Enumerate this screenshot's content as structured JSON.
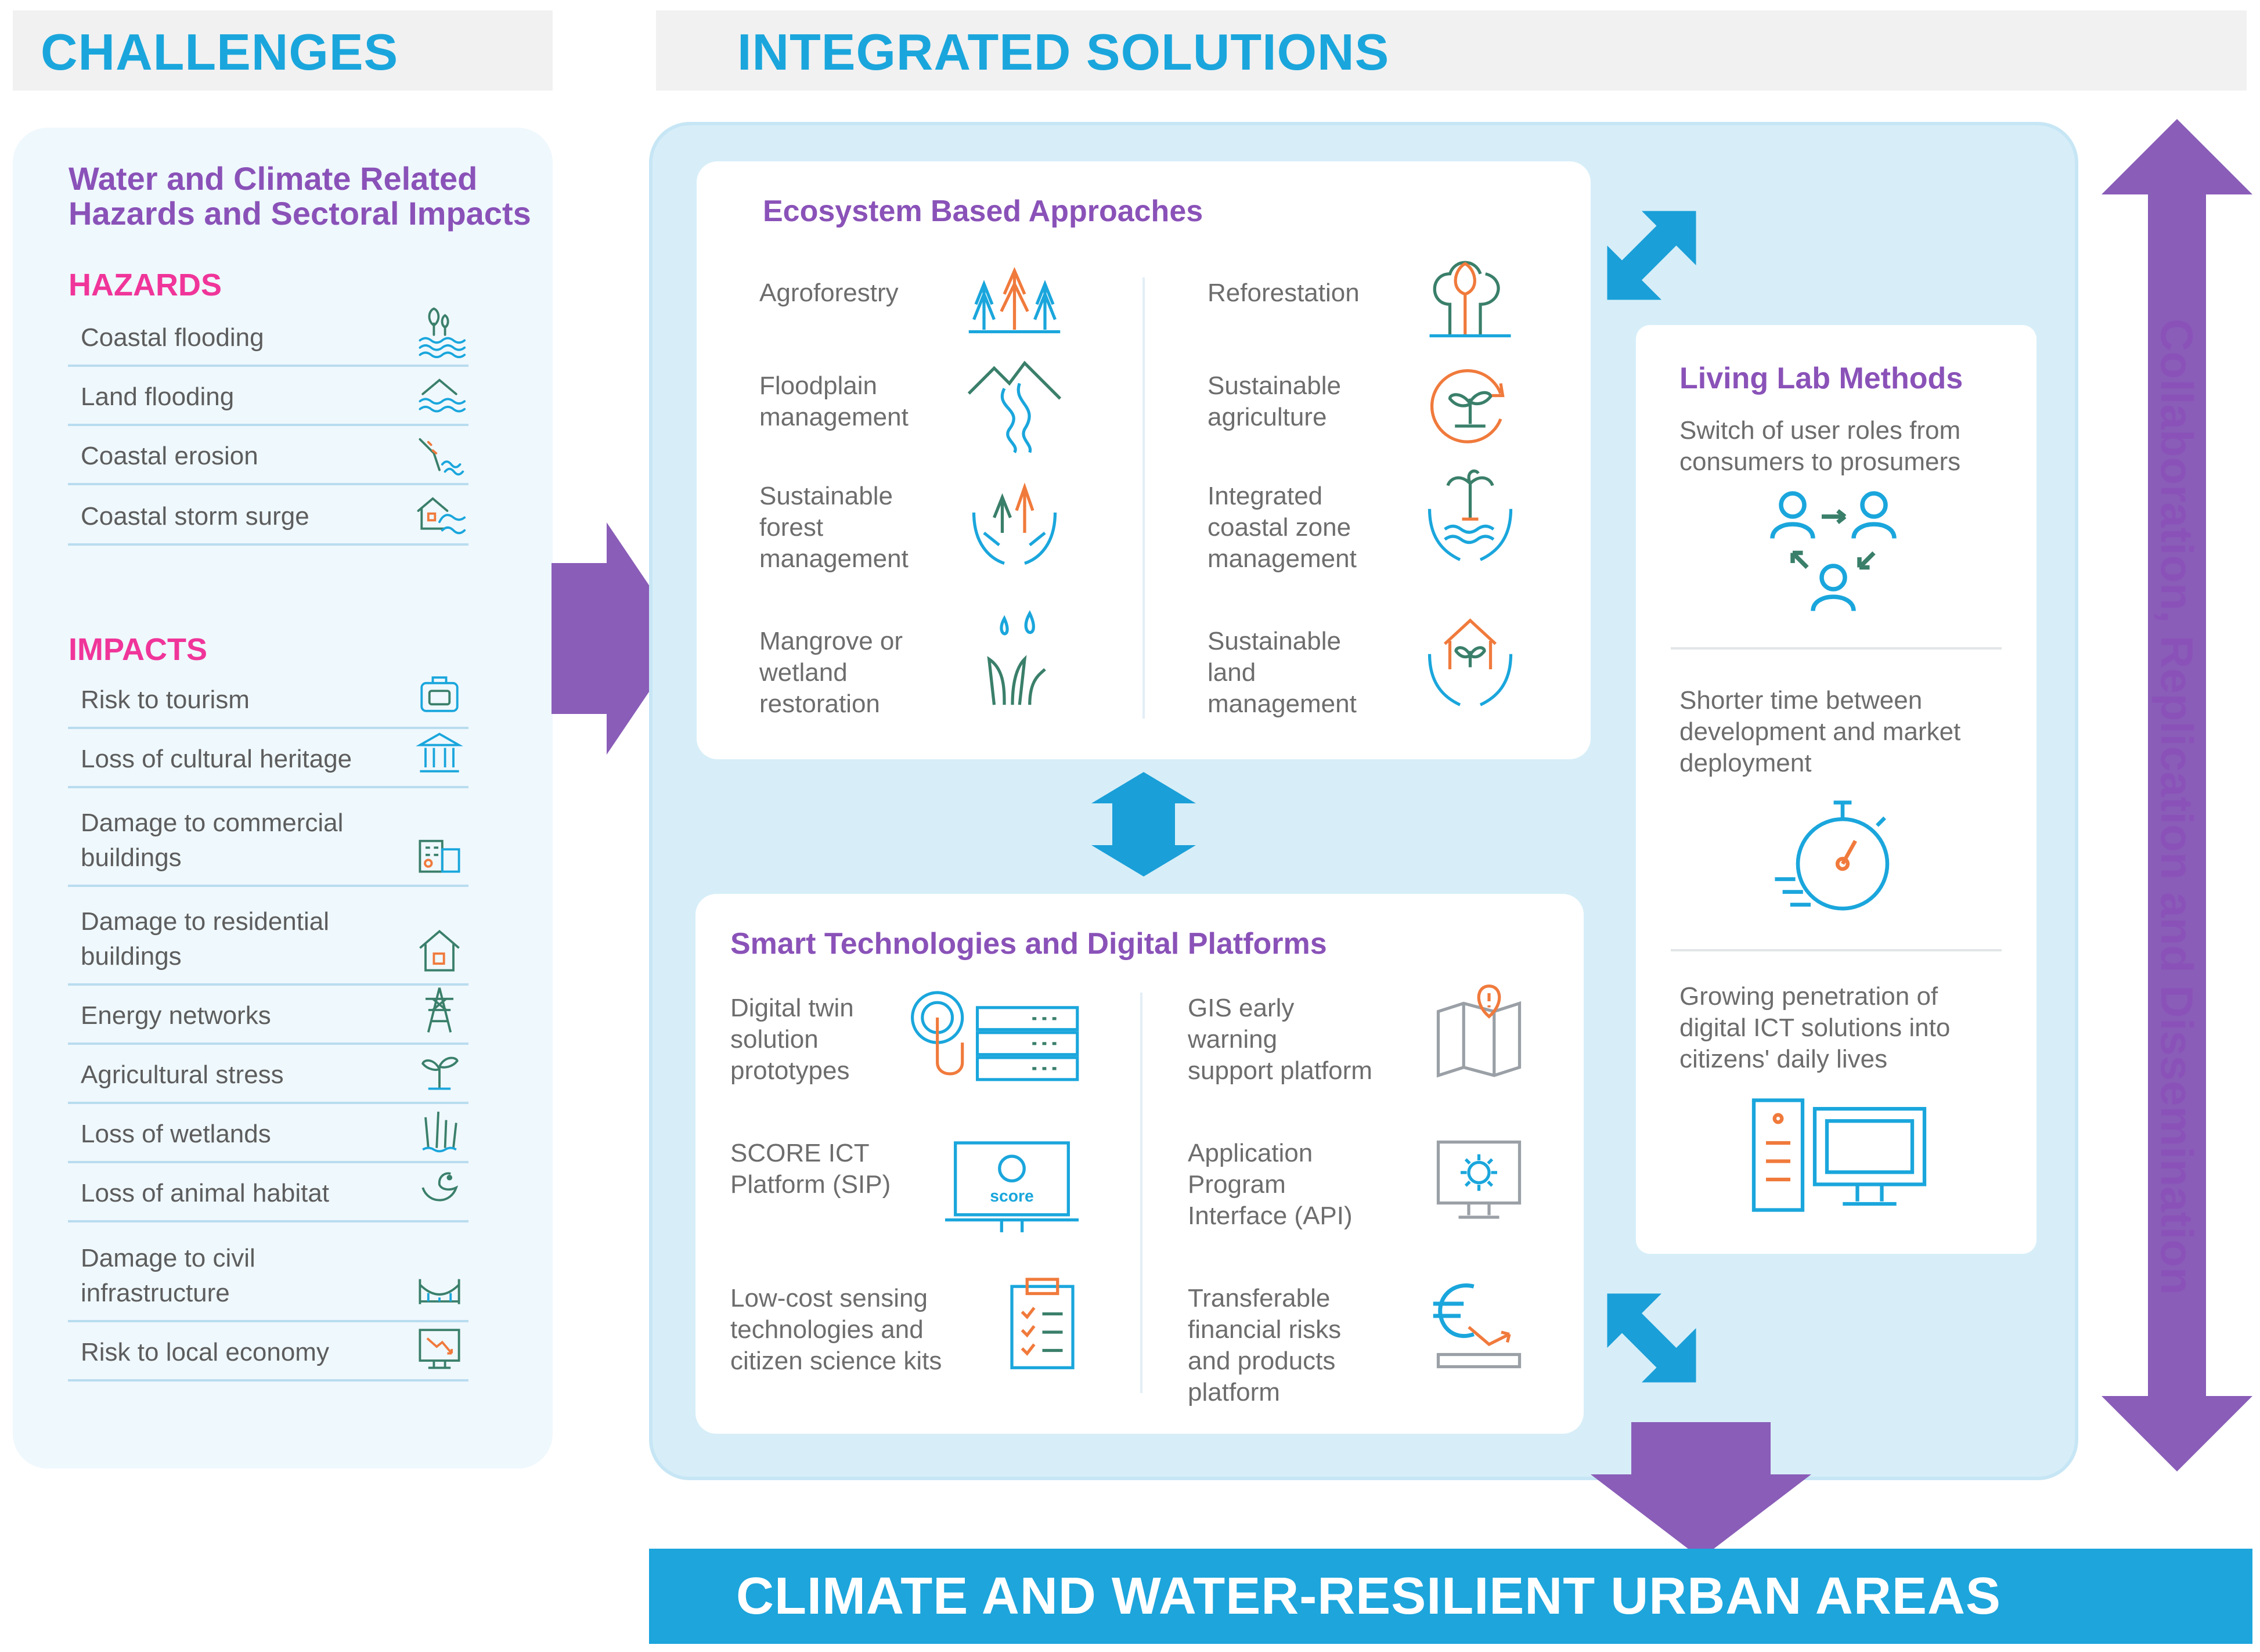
{
  "headers": {
    "challenges": "CHALLENGES",
    "solutions": "INTEGRATED SOLUTIONS"
  },
  "challenges": {
    "title": "Water and Climate Related\nHazards and Sectoral Impacts",
    "hazards_heading": "HAZARDS",
    "hazards": [
      {
        "label": "Coastal flooding",
        "icon": "coastal-flooding-icon"
      },
      {
        "label": "Land flooding",
        "icon": "land-flooding-icon"
      },
      {
        "label": "Coastal erosion",
        "icon": "coastal-erosion-icon"
      },
      {
        "label": "Coastal storm surge",
        "icon": "storm-surge-icon"
      }
    ],
    "impacts_heading": "IMPACTS",
    "impacts": [
      {
        "label": "Risk to tourism",
        "icon": "suitcase-icon"
      },
      {
        "label": "Loss of cultural heritage",
        "icon": "heritage-building-icon"
      },
      {
        "label": "Damage to commercial\nbuildings",
        "icon": "commercial-building-icon"
      },
      {
        "label": "Damage to residential\nbuildings",
        "icon": "house-icon"
      },
      {
        "label": "Energy networks",
        "icon": "power-pylon-icon"
      },
      {
        "label": "Agricultural stress",
        "icon": "sprout-icon"
      },
      {
        "label": "Loss of wetlands",
        "icon": "wetland-icon"
      },
      {
        "label": "Loss of animal habitat",
        "icon": "bird-icon"
      },
      {
        "label": "Damage to civil\ninfrastructure",
        "icon": "bridge-icon"
      },
      {
        "label": "Risk to local economy",
        "icon": "economy-chart-icon"
      }
    ]
  },
  "ecosystem": {
    "title": "Ecosystem Based Approaches",
    "left": [
      {
        "label": "Agroforestry",
        "icon": "agroforestry-icon"
      },
      {
        "label": "Floodplain\nmanagement",
        "icon": "river-mountain-icon"
      },
      {
        "label": "Sustainable\nforest\nmanagement",
        "icon": "forest-hands-icon"
      },
      {
        "label": "Mangrove or\nwetland\nrestoration",
        "icon": "mangrove-icon"
      }
    ],
    "right": [
      {
        "label": "Reforestation",
        "icon": "reforestation-icon"
      },
      {
        "label": "Sustainable\nagriculture",
        "icon": "cycle-sprout-icon"
      },
      {
        "label": "Integrated\ncoastal zone\nmanagement",
        "icon": "palm-hands-icon"
      },
      {
        "label": "Sustainable\nland\nmanagement",
        "icon": "house-hands-icon"
      }
    ]
  },
  "smart": {
    "title": "Smart Technologies and Digital Platforms",
    "left": [
      {
        "label": "Digital twin\nsolution\nprototypes",
        "icon": "touch-server-icon"
      },
      {
        "label": "SCORE ICT\nPlatform (SIP)",
        "icon": "score-monitor-icon"
      },
      {
        "label": "Low-cost sensing\ntechnologies and\ncitizen science kits",
        "icon": "clipboard-icon"
      }
    ],
    "right": [
      {
        "label": "GIS early\nwarning\nsupport platform",
        "icon": "map-alert-icon"
      },
      {
        "label": "Application\nProgram\nInterface (API)",
        "icon": "gear-monitor-icon"
      },
      {
        "label": "Transferable\nfinancial risks\nand products\nplatform",
        "icon": "euro-icon"
      }
    ],
    "score_text": "score"
  },
  "living_lab": {
    "title": "Living Lab Methods",
    "items": [
      {
        "text": "Switch of user roles from\nconsumers to prosumers",
        "icon": "users-exchange-icon"
      },
      {
        "text": "Shorter time between\ndevelopment and market\ndeployment",
        "icon": "stopwatch-icon"
      },
      {
        "text": "Growing penetration of\ndigital ICT solutions into\ncitizens' daily lives",
        "icon": "computer-icon"
      }
    ]
  },
  "side_label": "Collaboration, Replication and Dissemination",
  "outcome": "CLIMATE AND WATER-RESILIENT URBAN AREAS",
  "colors": {
    "blue": "#1aa6dc",
    "purple": "#8a52b8",
    "pink": "#f0359a",
    "orange": "#f07a3c",
    "panel": "#d7eef8"
  }
}
